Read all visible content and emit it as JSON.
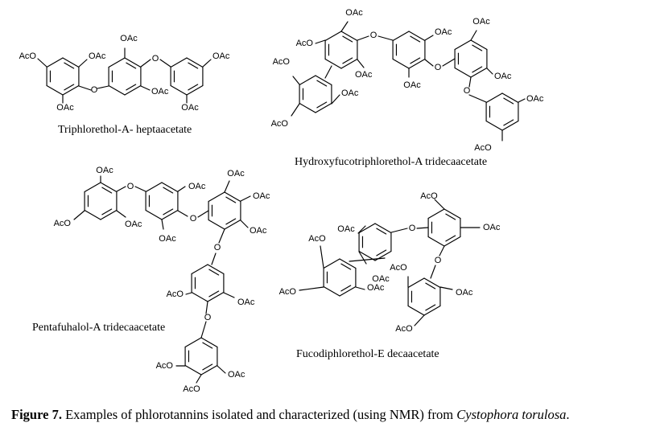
{
  "figure": {
    "caption_label": "Figure 7.",
    "caption_text": " Examples of phlorotannins isolated and characterized (using NMR) from ",
    "caption_species": "Cystophora torulosa",
    "caption_end": "."
  },
  "atoms": {
    "acetate": "OAc",
    "acetate_rev": "AcO",
    "oxygen": "O"
  },
  "compounds": [
    {
      "id": "c1",
      "name": "Triphlorethol-A- heptaacetate"
    },
    {
      "id": "c2",
      "name": "Hydroxyfucotriphlorethol-A tridecaacetate"
    },
    {
      "id": "c3",
      "name": "Pentafuhalol-A tridecaacetate"
    },
    {
      "id": "c4",
      "name": "Fucodiphlorethol-E decaacetate"
    }
  ]
}
